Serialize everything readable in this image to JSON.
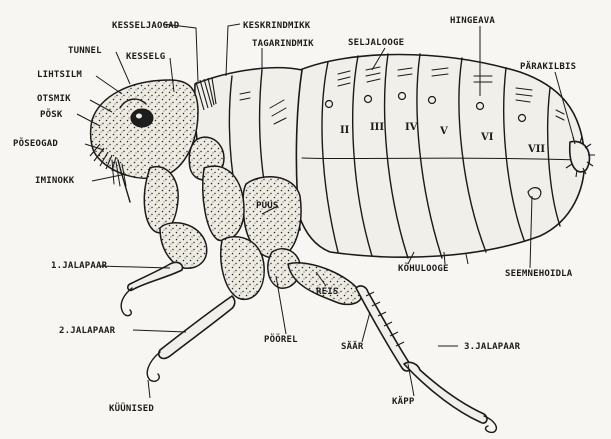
{
  "labels": {
    "kesseljaogad": "KESSELJAOGAD",
    "keskrindmikk": "KESKRINDMIKK",
    "tunnel": "TUNNEL",
    "kesselg": "KESSELG",
    "tagarindmik": "TAGARINDMIK",
    "seljalooge": "SELJALOOGE",
    "hingeava": "HINGEAVA",
    "parakilbis": "PÄRAKILBIS",
    "lihtsilm": "LIHTSILM",
    "otsmik": "OTSMIK",
    "posk": "PÕSK",
    "poseogad": "PÕSEOGAD",
    "iminokk": "IMINOKK",
    "puus": "PUUS",
    "seemnehoidla": "SEEMNEHOIDLA",
    "jalapaar1": "1.JALAPAAR",
    "kohulooge": "KÕHULOOGE",
    "jalapaar2": "2.JALAPAAR",
    "reis": "REIS",
    "poorel": "PÖÖREL",
    "saar": "SÄÄR",
    "jalapaar3": "3.JALAPAAR",
    "kapp": "KÄPP",
    "kuunised": "KÜÜNISED"
  },
  "segments": [
    "II",
    "III",
    "IV",
    "V",
    "VI",
    "VII"
  ]
}
